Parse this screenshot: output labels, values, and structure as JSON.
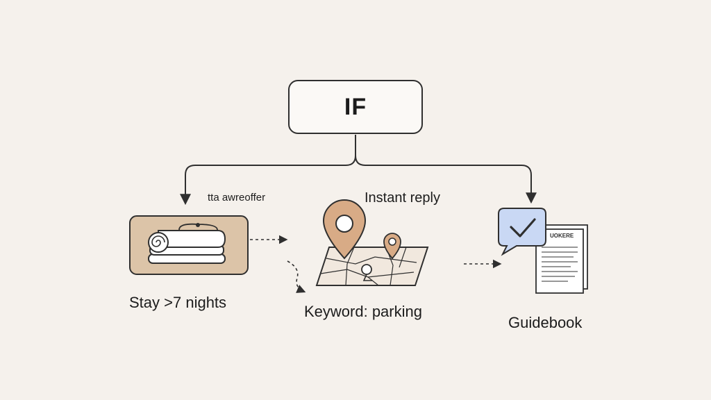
{
  "condition_box": {
    "label": "IF"
  },
  "branches": [
    {
      "caption": "Stay >7 nights",
      "note": "tta awreoffer"
    },
    {
      "caption": "Keyword: parking",
      "note": "Instant reply"
    },
    {
      "caption": "Guidebook",
      "note": "UOKERE"
    }
  ],
  "colors": {
    "background": "#f5f1ec",
    "stroke": "#2f2f2f",
    "towel_panel": "#dcc4a8",
    "pin_fill": "#d8ab86",
    "map_fill": "#f1e8de",
    "chat_bubble": "#c9d8f4"
  },
  "icons": [
    "towel-stack-icon",
    "map-pin-icon",
    "chat-check-icon",
    "document-icon"
  ]
}
